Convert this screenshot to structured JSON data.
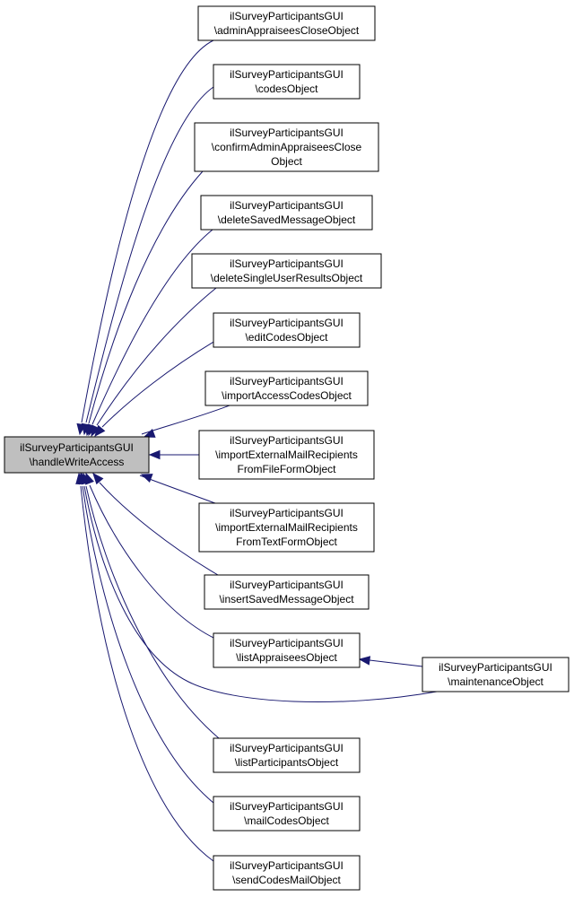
{
  "root": {
    "lines": [
      "ilSurveyParticipantsGUI",
      "\\handleWriteAccess"
    ]
  },
  "callers": [
    {
      "id": "adminAppraiseesCloseObject",
      "lines": [
        "ilSurveyParticipantsGUI",
        "\\adminAppraiseesCloseObject"
      ]
    },
    {
      "id": "codesObject",
      "lines": [
        "ilSurveyParticipantsGUI",
        "\\codesObject"
      ]
    },
    {
      "id": "confirmAdminAppraiseesCloseObject",
      "lines": [
        "ilSurveyParticipantsGUI",
        "\\confirmAdminAppraiseesClose",
        "Object"
      ]
    },
    {
      "id": "deleteSavedMessageObject",
      "lines": [
        "ilSurveyParticipantsGUI",
        "\\deleteSavedMessageObject"
      ]
    },
    {
      "id": "deleteSingleUserResultsObject",
      "lines": [
        "ilSurveyParticipantsGUI",
        "\\deleteSingleUserResultsObject"
      ]
    },
    {
      "id": "editCodesObject",
      "lines": [
        "ilSurveyParticipantsGUI",
        "\\editCodesObject"
      ]
    },
    {
      "id": "importAccessCodesObject",
      "lines": [
        "ilSurveyParticipantsGUI",
        "\\importAccessCodesObject"
      ]
    },
    {
      "id": "importExternalMailRecipientsFromFileFormObject",
      "lines": [
        "ilSurveyParticipantsGUI",
        "\\importExternalMailRecipients",
        "FromFileFormObject"
      ]
    },
    {
      "id": "importExternalMailRecipientsFromTextFormObject",
      "lines": [
        "ilSurveyParticipantsGUI",
        "\\importExternalMailRecipients",
        "FromTextFormObject"
      ]
    },
    {
      "id": "insertSavedMessageObject",
      "lines": [
        "ilSurveyParticipantsGUI",
        "\\insertSavedMessageObject"
      ]
    },
    {
      "id": "listAppraiseesObject",
      "lines": [
        "ilSurveyParticipantsGUI",
        "\\listAppraiseesObject"
      ]
    },
    {
      "id": "maintenanceObject",
      "lines": [
        "ilSurveyParticipantsGUI",
        "\\maintenanceObject"
      ]
    },
    {
      "id": "listParticipantsObject",
      "lines": [
        "ilSurveyParticipantsGUI",
        "\\listParticipantsObject"
      ]
    },
    {
      "id": "mailCodesObject",
      "lines": [
        "ilSurveyParticipantsGUI",
        "\\mailCodesObject"
      ]
    },
    {
      "id": "sendCodesMailObject",
      "lines": [
        "ilSurveyParticipantsGUI",
        "\\sendCodesMailObject"
      ]
    }
  ],
  "edges": [
    {
      "from": "adminAppraiseesCloseObject",
      "to": "root"
    },
    {
      "from": "codesObject",
      "to": "root"
    },
    {
      "from": "confirmAdminAppraiseesCloseObject",
      "to": "root"
    },
    {
      "from": "deleteSavedMessageObject",
      "to": "root"
    },
    {
      "from": "deleteSingleUserResultsObject",
      "to": "root"
    },
    {
      "from": "editCodesObject",
      "to": "root"
    },
    {
      "from": "importAccessCodesObject",
      "to": "root"
    },
    {
      "from": "importExternalMailRecipientsFromFileFormObject",
      "to": "root"
    },
    {
      "from": "importExternalMailRecipientsFromTextFormObject",
      "to": "root"
    },
    {
      "from": "insertSavedMessageObject",
      "to": "root"
    },
    {
      "from": "listAppraiseesObject",
      "to": "root"
    },
    {
      "from": "maintenanceObject",
      "to": "root"
    },
    {
      "from": "listParticipantsObject",
      "to": "root"
    },
    {
      "from": "mailCodesObject",
      "to": "root"
    },
    {
      "from": "sendCodesMailObject",
      "to": "root"
    },
    {
      "from": "maintenanceObject",
      "to": "listAppraiseesObject"
    }
  ],
  "colors": {
    "edge": "#191970",
    "root_fill": "#bfbfbf",
    "node_fill": "#ffffff",
    "border": "#000000"
  }
}
